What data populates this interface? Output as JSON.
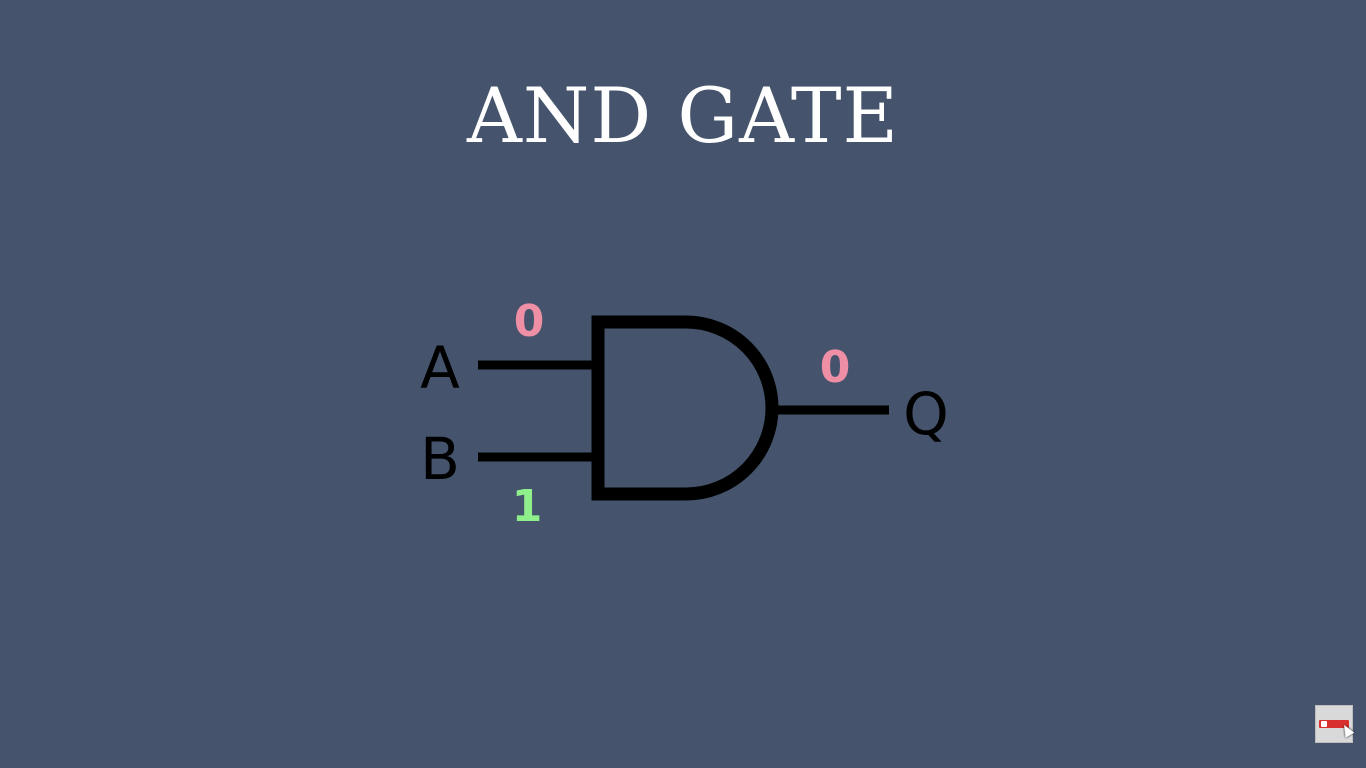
{
  "title": "AND GATE",
  "gate": {
    "type": "AND",
    "inputs": [
      {
        "name": "A",
        "value": "0",
        "color": "#ef8fa6"
      },
      {
        "name": "B",
        "value": "1",
        "color": "#8ff08b"
      }
    ],
    "output": {
      "name": "Q",
      "value": "0",
      "color": "#ef8fa6"
    }
  },
  "colors": {
    "background": "#45546c",
    "title": "#ffffff",
    "wire": "#000000",
    "zero": "#ef8fa6",
    "one": "#8ff08b"
  },
  "icons": {
    "subscribe_badge": "youtube-subscribe-icon"
  }
}
